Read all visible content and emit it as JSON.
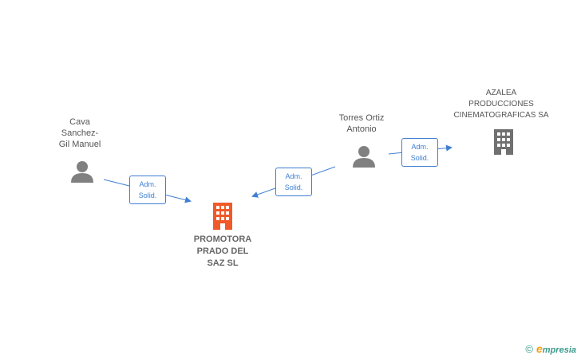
{
  "nodes": {
    "cava": {
      "lines": [
        "Cava",
        "Sanchez-",
        "Gil Manuel"
      ]
    },
    "torres": {
      "lines": [
        "Torres Ortiz",
        "Antonio"
      ]
    },
    "azalea": {
      "lines": [
        "AZALEA",
        "PRODUCCIONES",
        "CINEMATOGRAFICAS SA"
      ]
    },
    "promotora": {
      "lines": [
        "PROMOTORA",
        "PRADO DEL",
        "SAZ SL"
      ]
    }
  },
  "edges": {
    "e1": {
      "lines": [
        "Adm.",
        "Solid."
      ]
    },
    "e2": {
      "lines": [
        "Adm.",
        "Solid."
      ]
    },
    "e3": {
      "lines": [
        "Adm.",
        "Solid."
      ]
    }
  },
  "footer": {
    "copyright": "©",
    "brand_initial": "e",
    "brand_rest": "mpresia"
  },
  "colors": {
    "edge": "#3f7fd3",
    "person": "#808080",
    "company_main": "#f05a28",
    "company": "#707070"
  }
}
